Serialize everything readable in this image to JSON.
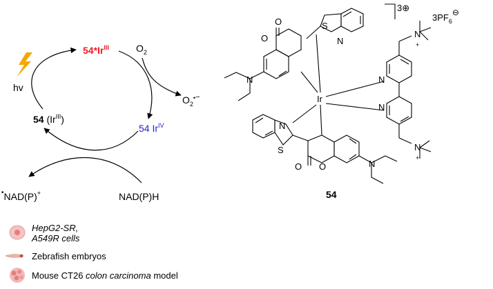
{
  "cycle": {
    "excited": {
      "prefix": "54*Ir",
      "sup": "III",
      "color": "#ee1c24"
    },
    "ground": {
      "bold": "54",
      "rest": " (Ir",
      "sup": "III",
      "close": ")"
    },
    "oxidized": {
      "prefix": "54 Ir",
      "sup": "IV",
      "color": "#2222cc"
    },
    "light": "hv",
    "o2": {
      "base": "O",
      "sub": "2"
    },
    "superoxide": {
      "base": "O",
      "sub": "2",
      "dot": "•",
      "charge": "−"
    },
    "nadp_radical": {
      "dot": "•",
      "text": "NAD(P)",
      "sup": "+"
    },
    "nadph": "NAD(P)H"
  },
  "complex": {
    "number": "54",
    "charge": "3",
    "charge_sign": "⊕",
    "counterion": {
      "base": "3PF",
      "sub": "6",
      "sup": "⊖"
    },
    "atoms": {
      "metal": "Ir",
      "sulfur": "S",
      "nitrogen": "N",
      "oxygen": "O",
      "plus": "+"
    }
  },
  "legend": [
    {
      "icon": "cell-icon",
      "lines": [
        [
          "HepG2-SR,"
        ],
        [
          "A549R cells"
        ]
      ],
      "italic": true
    },
    {
      "icon": "zebrafish-icon",
      "parts": [
        {
          "t": "Zebrafish embryos",
          "i": false
        }
      ]
    },
    {
      "icon": "tumor-icon",
      "parts": [
        {
          "t": "Mouse CT26 ",
          "i": false
        },
        {
          "t": "colon carcinoma",
          "i": true
        },
        {
          "t": " model",
          "i": false
        }
      ]
    }
  ],
  "colors": {
    "line": "#000000",
    "cell": "#f2a9a9",
    "cell_dark": "#e07f7f"
  }
}
